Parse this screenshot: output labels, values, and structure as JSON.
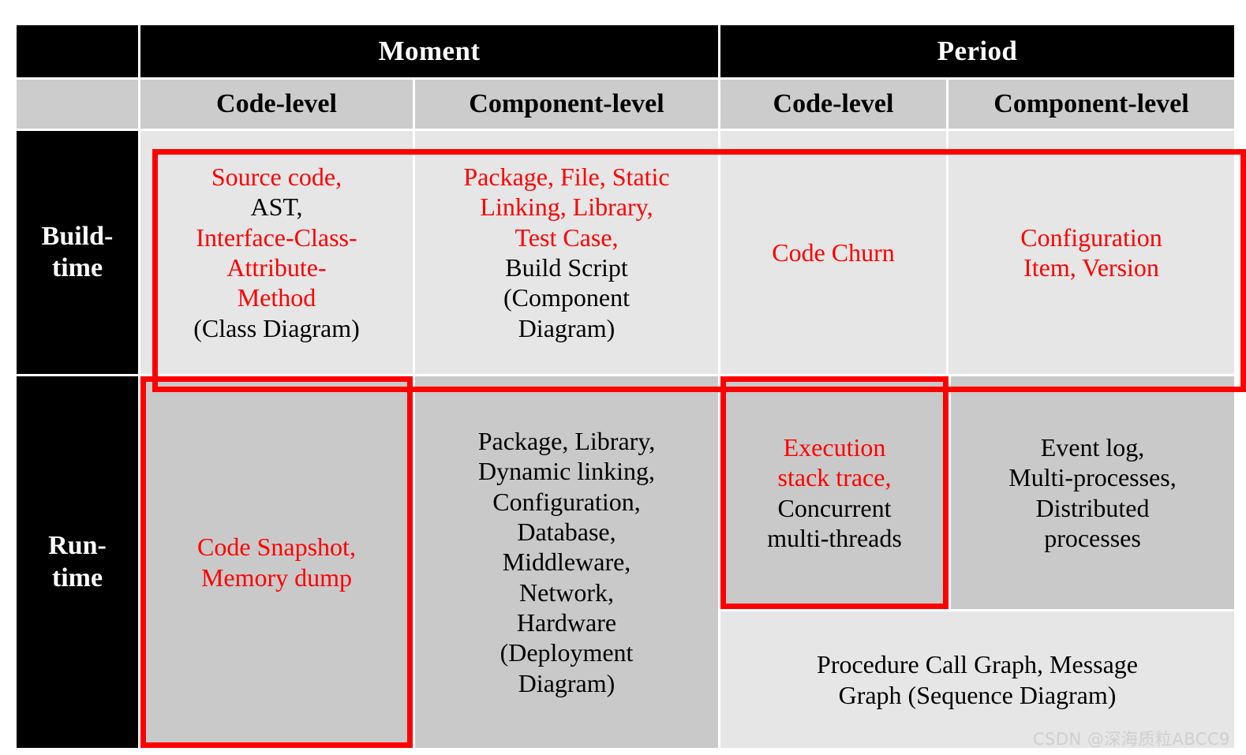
{
  "table": {
    "top_headers": [
      {
        "label": "",
        "span": 1
      },
      {
        "label": "Moment",
        "span": 2
      },
      {
        "label": "Period",
        "span": 2
      }
    ],
    "sub_headers": [
      "",
      "Code-level",
      "Component-level",
      "Code-level",
      "Component-level"
    ],
    "row_labels": {
      "build": "Build-\ntime",
      "build_line1": "Build-",
      "build_line2": "time",
      "run_line1": "Run-",
      "run_line2": "time"
    },
    "cells": {
      "build_moment_code": {
        "lines": [
          {
            "text": "Source code,",
            "color": "red"
          },
          {
            "text": "AST,",
            "color": "black"
          },
          {
            "text": "Interface-Class-",
            "color": "red"
          },
          {
            "text": "Attribute-",
            "color": "red"
          },
          {
            "text": "Method",
            "color": "red"
          },
          {
            "text": "(Class Diagram)",
            "color": "black"
          }
        ]
      },
      "build_moment_component": {
        "lines": [
          {
            "text": "Package, File, Static",
            "color": "red"
          },
          {
            "text": "Linking, Library,",
            "color": "red"
          },
          {
            "text": "Test Case,",
            "color": "red"
          },
          {
            "text": "Build Script",
            "color": "black"
          },
          {
            "text": "(Component",
            "color": "black"
          },
          {
            "text": "Diagram)",
            "color": "black"
          }
        ]
      },
      "build_period_code": {
        "lines": [
          {
            "text": "Code Churn",
            "color": "red"
          }
        ]
      },
      "build_period_component": {
        "lines": [
          {
            "text": "Configuration",
            "color": "red"
          },
          {
            "text": "Item, Version",
            "color": "red"
          }
        ]
      },
      "run_moment_code": {
        "lines": [
          {
            "text": "Code Snapshot,",
            "color": "red"
          },
          {
            "text": "Memory dump",
            "color": "red"
          }
        ]
      },
      "run_moment_component": {
        "lines": [
          {
            "text": "Package, Library,",
            "color": "black"
          },
          {
            "text": "Dynamic  linking,",
            "color": "black"
          },
          {
            "text": "Configuration,",
            "color": "black"
          },
          {
            "text": "Database,",
            "color": "black"
          },
          {
            "text": "Middleware,",
            "color": "black"
          },
          {
            "text": "Network,",
            "color": "black"
          },
          {
            "text": "Hardware",
            "color": "black"
          },
          {
            "text": "(Deployment",
            "color": "black"
          },
          {
            "text": "Diagram)",
            "color": "black"
          }
        ]
      },
      "run_period_code": {
        "lines": [
          {
            "text": "Execution",
            "color": "red"
          },
          {
            "text": "stack trace,",
            "color": "red"
          },
          {
            "text": "Concurrent",
            "color": "black"
          },
          {
            "text": "multi-threads",
            "color": "black"
          }
        ]
      },
      "run_period_component": {
        "lines": [
          {
            "text": "Event log,",
            "color": "black"
          },
          {
            "text": "Multi-processes,",
            "color": "black"
          },
          {
            "text": "Distributed",
            "color": "black"
          },
          {
            "text": "processes",
            "color": "black"
          }
        ]
      },
      "run_period_span_bottom": {
        "lines": [
          {
            "text": "Procedure Call Graph, Message",
            "color": "black"
          },
          {
            "text": "Graph (Sequence Diagram)",
            "color": "black"
          }
        ]
      }
    }
  },
  "watermark": {
    "text": "CSDN @深海质粒ABCC9"
  },
  "colors": {
    "header_black": "#000000",
    "header_gray": "#cccccc",
    "build_cell": "#e6e6e6",
    "run_cell": "#c9c9c9",
    "highlight_red": "#ff0000",
    "page_background": "#ffffff",
    "watermark_gray": "#cfcfcf"
  }
}
